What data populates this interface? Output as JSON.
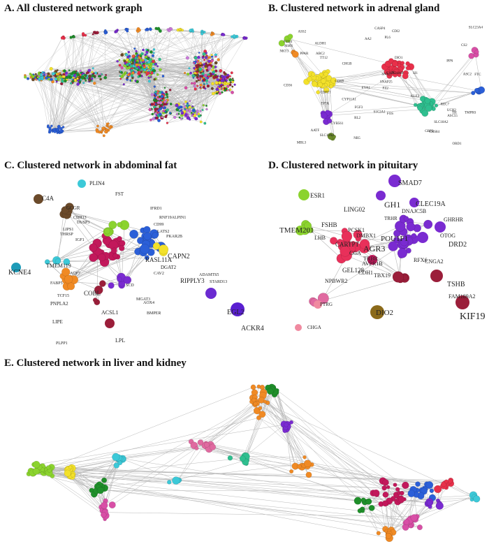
{
  "panels": [
    {
      "id": "A",
      "title": "A. All clustered network graph",
      "labels": []
    },
    {
      "id": "B",
      "title": "B. Clustered network in adrenal gland",
      "labels": [
        "CDFT1",
        "CDI2",
        "KLE2",
        "CYP11A1",
        "SI1",
        "CS2",
        "CHS84",
        "FOS",
        "M401",
        "UCH2",
        "SNAI3",
        "NR5",
        "ASC2",
        "TMPRS",
        "CYB561",
        "CHGB",
        "ASS2",
        "FZD4",
        "RL2",
        "FGF3",
        "NKT3",
        "AA2",
        "MBL3",
        "CAIL1",
        "REC7",
        "DIO1",
        "SLC23A4",
        "ASC55",
        "AATF",
        "PGAM2",
        "TH",
        "ALDH1",
        "GRP2",
        "SLC19A2",
        "FTC",
        "SLC18A2",
        "TP7A",
        "ORD1",
        "CD36",
        "TT12",
        "ABC2",
        "PPN",
        "PL6",
        "CDH9",
        "FZ2",
        "SNAP25",
        "CASP4",
        "EYA1",
        "S1C2A1",
        "PPAR"
      ]
    },
    {
      "id": "C",
      "title": "C. Clustered network in abdominal fat",
      "labels": [
        "PLIN4",
        "FST",
        "C4A",
        "GCGR",
        "CDH13",
        "DUSP3",
        "LIPS1",
        "THRSP",
        "IGF1",
        "IFRD1",
        "RNF19A",
        "LPIN1",
        "CD99",
        "LATS2",
        "PKAR2B",
        "KCNE4",
        "TMEM119",
        "AQP7",
        "CAPN2",
        "RASL11A",
        "DGAT2",
        "ADAMTS5",
        "STARD13",
        "CAV2",
        "RIPPLY3",
        "FABP5",
        "PNPLA2",
        "TCF15",
        "COBL",
        "ACSL1",
        "BMPER",
        "LIPE",
        "PLPP1",
        "MGAT3",
        "LPL",
        "EGL2",
        "ACKR4",
        "AOX4",
        "SCD"
      ]
    },
    {
      "id": "D",
      "title": "D. Clustered network in pituitary",
      "labels": [
        "ESR1",
        "SMAD7",
        "CLEC19A",
        "GH1",
        "DNAJC5B",
        "LING02",
        "FSHB",
        "TRHR",
        "GHRHR",
        "TMEM201",
        "LHB",
        "PCSK1",
        "DMBX1",
        "POU1F1",
        "OTOG",
        "DRD2",
        "CARTPT",
        "AGR3",
        "CGA",
        "TRBR",
        "AVPR1B",
        "CDH1",
        "RFX6",
        "CNGA2",
        "GEL128",
        "TBX19",
        "NPBWR2",
        "TSHB",
        "FAM189A2",
        "KIF19",
        "DIO2",
        "PTRG",
        "CHGA"
      ]
    },
    {
      "id": "E",
      "title": "E. Clustered network in liver and kidney",
      "labels": []
    }
  ]
}
